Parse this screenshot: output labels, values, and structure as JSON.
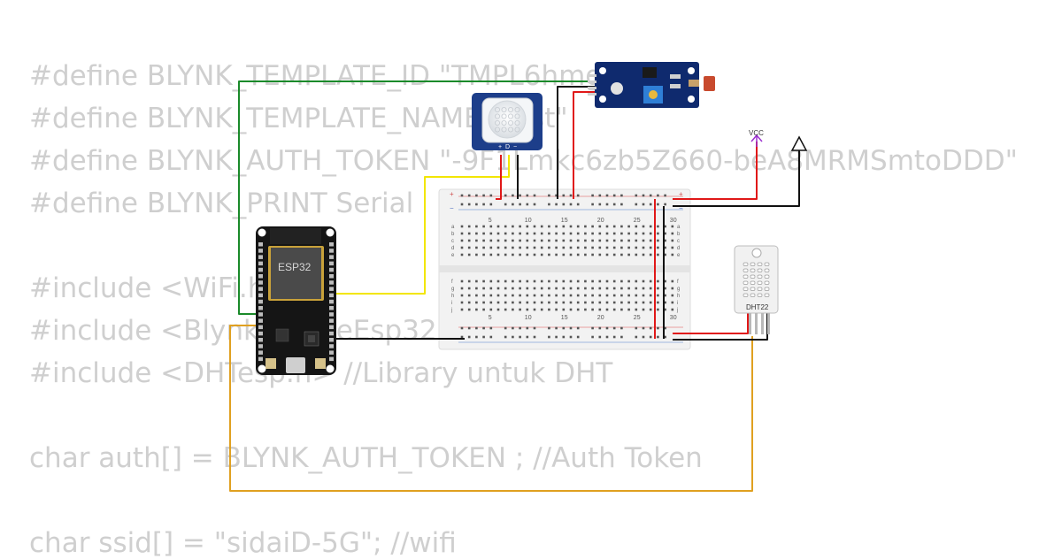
{
  "code_lines": [
    "#define BLYNK_TEMPLATE_ID \"TMPL6hmgy\"",
    "#define BLYNK_TEMPLATE_NAME \"test\"",
    "#define BLYNK_AUTH_TOKEN \"-9F1Lmkc6zb5Z660-beA8MRMSmtoDDD\"",
    "#define BLYNK_PRINT Serial",
    "",
    "#include <WiFi.h>",
    "#include <BlynkSimpleEsp32.h>",
    "#include <DHTesp.h> //Library untuk DHT",
    "",
    "char auth[] = BLYNK_AUTH_TOKEN ; //Auth Token",
    "",
    "char ssid[] = \"sidaiD-5G\"; //wifi"
  ],
  "components": {
    "esp32_label": "ESP32",
    "dht_label": "DHT22",
    "vcc_label": "VCC",
    "pir_pin_labels": [
      "+",
      "D",
      "−"
    ],
    "breadboard_col_numbers": [
      "5",
      "10",
      "15",
      "20",
      "25",
      "30"
    ],
    "breadboard_rows_top": [
      "a",
      "b",
      "c",
      "d",
      "e"
    ],
    "breadboard_rows_bottom": [
      "f",
      "g",
      "h",
      "i",
      "j"
    ]
  },
  "wire_colors": {
    "green": "#1a8a2a",
    "yellow": "#f2e600",
    "orange": "#e0a020",
    "red": "#e01818",
    "black": "#111111",
    "vcc": "#9b30d0"
  }
}
